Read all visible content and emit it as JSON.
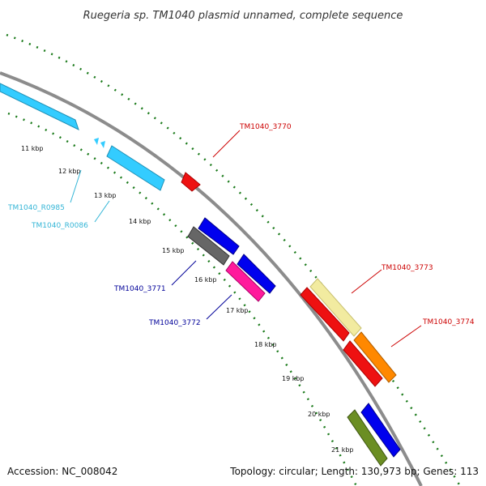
{
  "title": "Ruegeria sp. TM1040 plasmid unnamed, complete sequence",
  "footer": {
    "accession": "Accession: NC_008042",
    "topology": "Topology: circular; Length: 130,973 bp; Genes: 113"
  },
  "colors": {
    "backbone": "#8c8c8c",
    "gc_track": "#1a7a1a",
    "label_red": "#cc0000",
    "label_blue": "#000099",
    "label_cyan": "#33b5d6"
  },
  "ticks": [
    "11 kbp",
    "12 kbp",
    "13 kbp",
    "14 kbp",
    "15 kbp",
    "16 kbp",
    "17 kbp",
    "18 kbp",
    "19 kbp",
    "20 kbp",
    "21 kbp"
  ],
  "genes": [
    {
      "id": "cyan-a",
      "color": "#33ccff",
      "label": ""
    },
    {
      "id": "cyan-tiny1",
      "color": "#33ccff",
      "label": ""
    },
    {
      "id": "cyan-tiny2",
      "color": "#33ccff",
      "label": ""
    },
    {
      "id": "cyan-b",
      "color": "#33ccff",
      "label": ""
    },
    {
      "id": "red-small",
      "color": "#ee1111",
      "label": ""
    },
    {
      "id": "blue-1",
      "color": "#0000ee",
      "label": ""
    },
    {
      "id": "grey-1",
      "color": "#666666",
      "label": ""
    },
    {
      "id": "blue-2",
      "color": "#0000ee",
      "label": ""
    },
    {
      "id": "pink-1",
      "color": "#ff1a9c",
      "label": ""
    },
    {
      "id": "yellow-1",
      "color": "#f2eba0",
      "label": ""
    },
    {
      "id": "red-1",
      "color": "#ee1111",
      "label": ""
    },
    {
      "id": "orange-1",
      "color": "#ff8800",
      "label": ""
    },
    {
      "id": "red-2",
      "color": "#ee1111",
      "label": ""
    },
    {
      "id": "blue-3",
      "color": "#0000ee",
      "label": ""
    },
    {
      "id": "olive-1",
      "color": "#6b8e23",
      "label": ""
    }
  ],
  "gene_labels": {
    "l3770": "TM1040_3770",
    "lR0985": "TM1040_R0985",
    "lR0086": "TM1040_R0086",
    "l3771": "TM1040_3771",
    "l3772": "TM1040_3772",
    "l3773": "TM1040_3773",
    "l3774": "TM1040_3774"
  }
}
